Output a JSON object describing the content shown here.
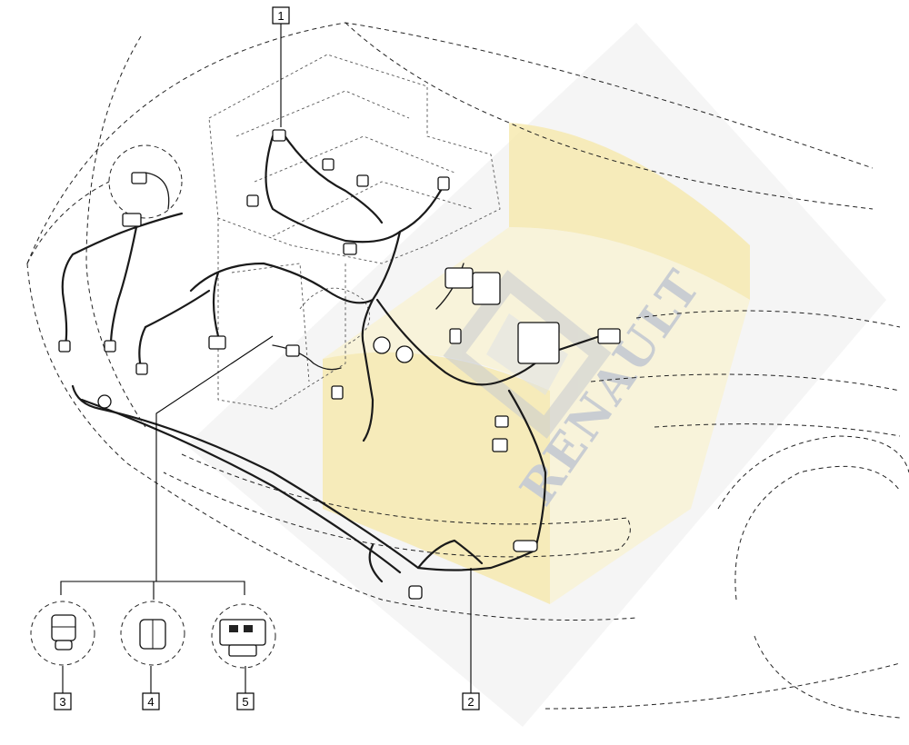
{
  "watermark": {
    "brand": "RENAULT",
    "accent": "#f6e7a6",
    "logo_color": "#d6d9dd"
  },
  "callouts": [
    {
      "id": "1",
      "label": "1"
    },
    {
      "id": "2",
      "label": "2"
    },
    {
      "id": "3",
      "label": "3"
    },
    {
      "id": "4",
      "label": "4"
    },
    {
      "id": "5",
      "label": "5"
    }
  ]
}
